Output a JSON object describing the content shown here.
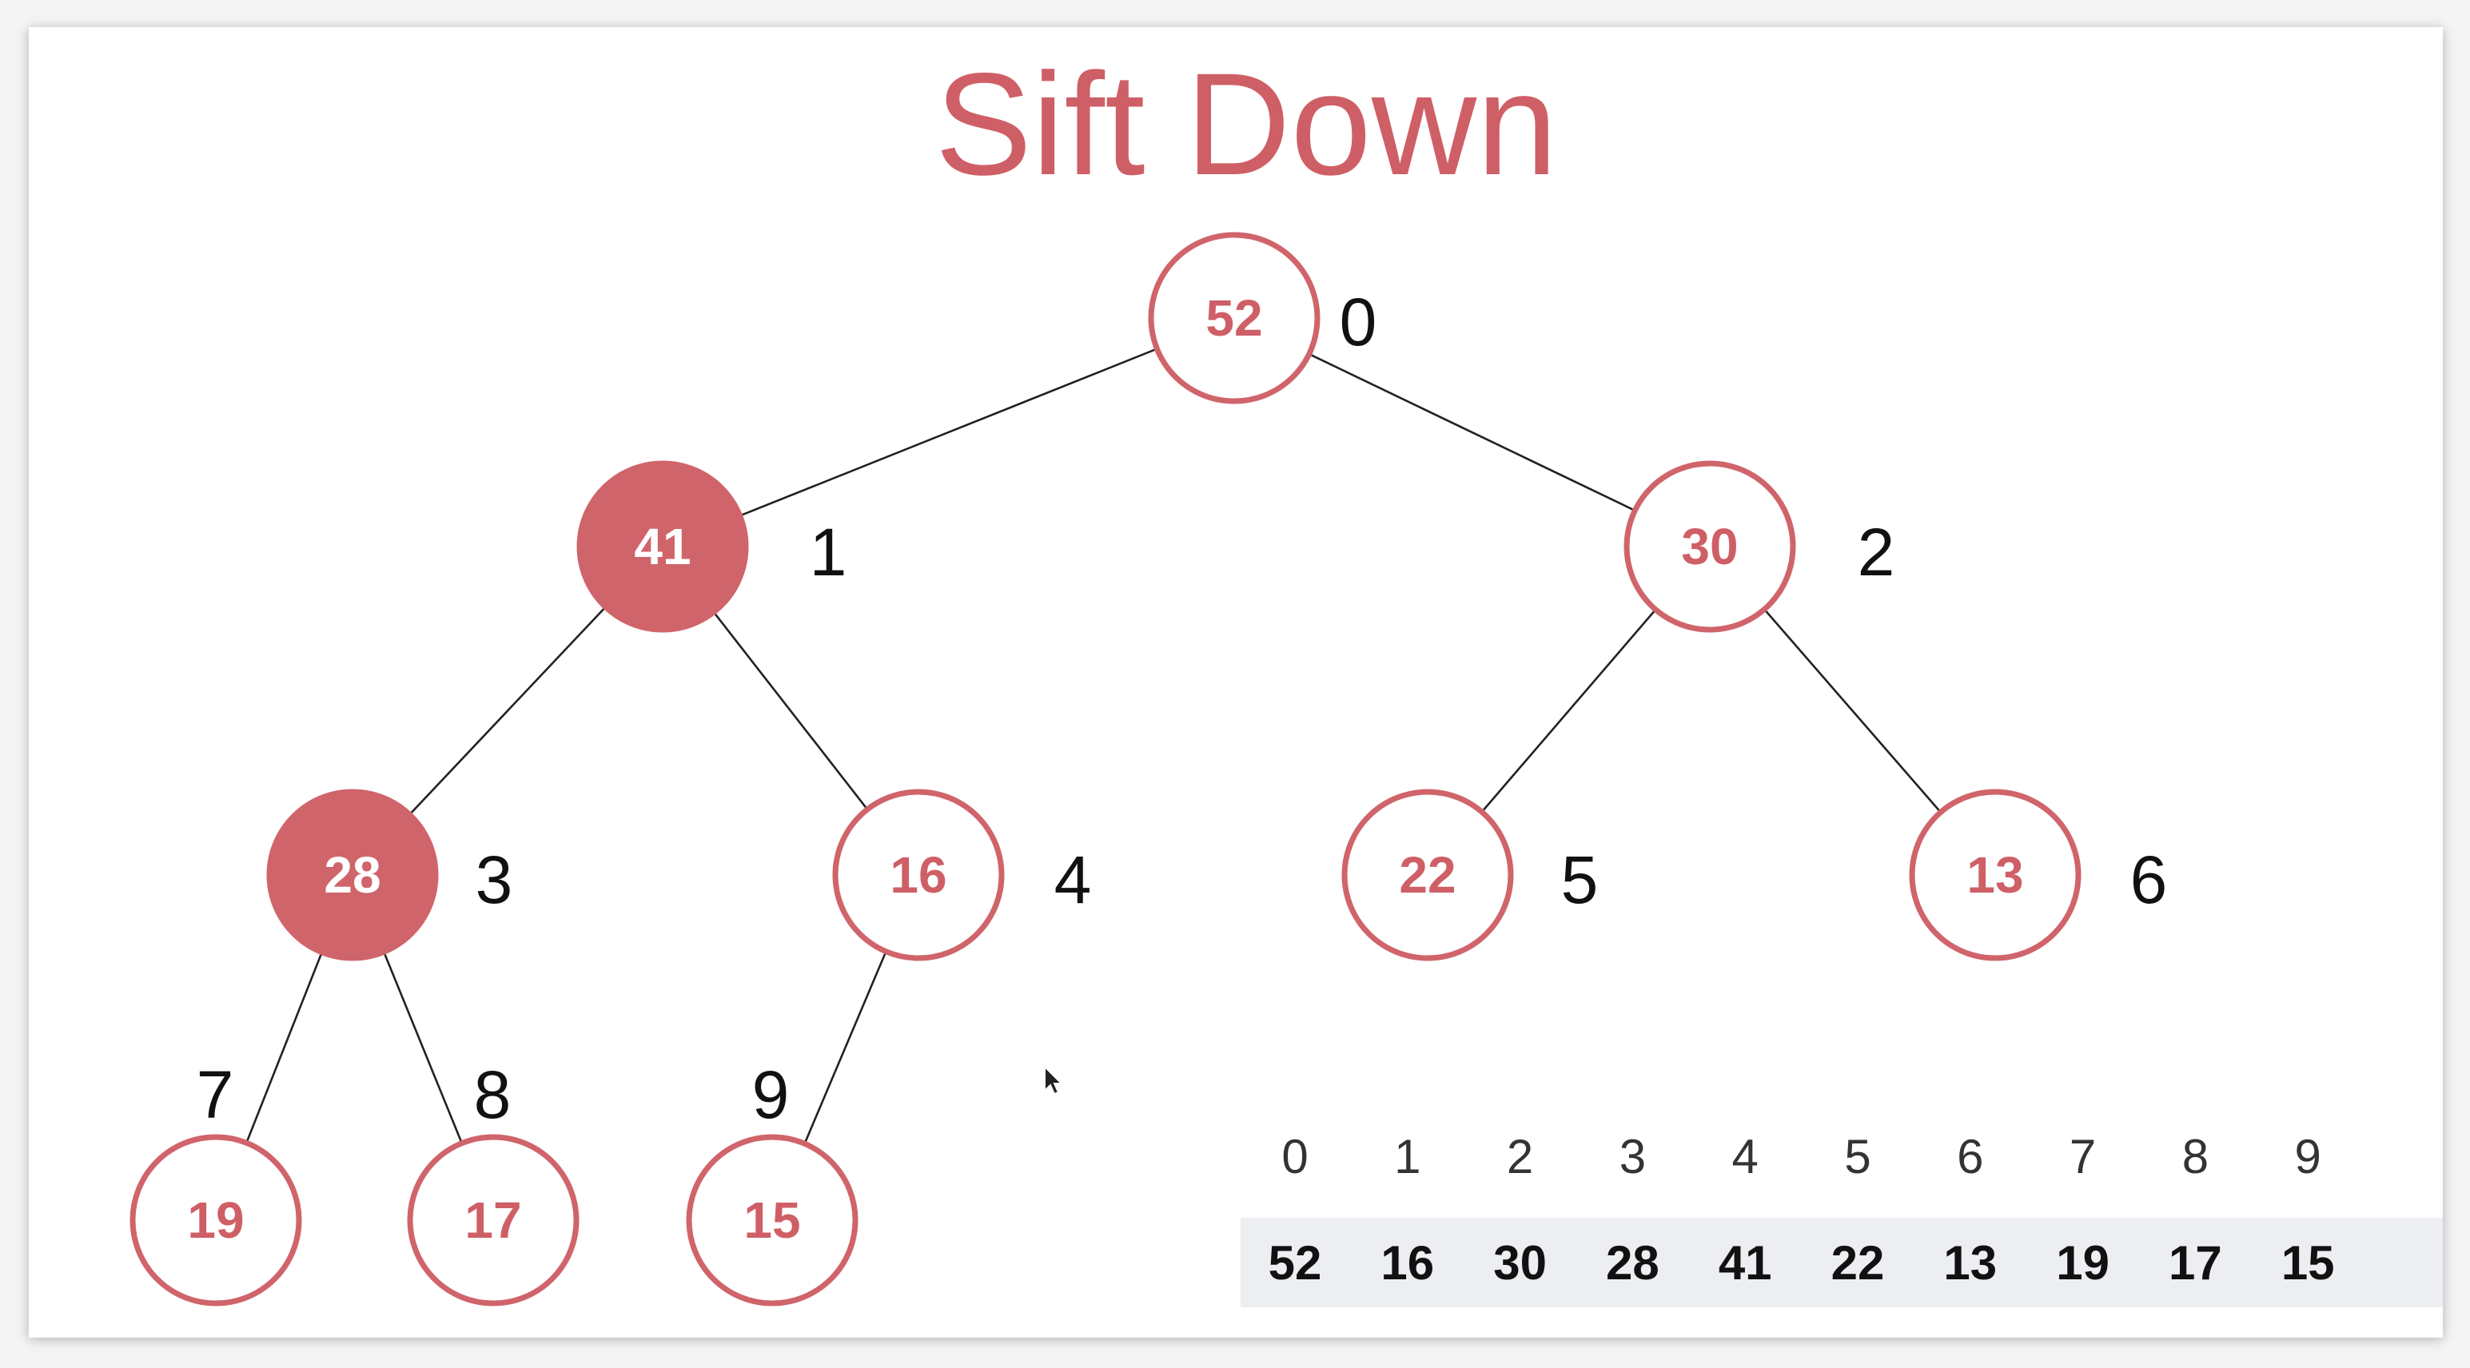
{
  "title": "Sift Down",
  "colors": {
    "accent": "#d0646b",
    "title": "#cf5f66",
    "array_band": "#eceef1"
  },
  "tree": {
    "nodes": [
      {
        "index": "0",
        "value": "52",
        "highlighted": false
      },
      {
        "index": "1",
        "value": "41",
        "highlighted": true
      },
      {
        "index": "2",
        "value": "30",
        "highlighted": false
      },
      {
        "index": "3",
        "value": "28",
        "highlighted": true
      },
      {
        "index": "4",
        "value": "16",
        "highlighted": false
      },
      {
        "index": "5",
        "value": "22",
        "highlighted": false
      },
      {
        "index": "6",
        "value": "13",
        "highlighted": false
      },
      {
        "index": "7",
        "value": "19",
        "highlighted": false
      },
      {
        "index": "8",
        "value": "17",
        "highlighted": false
      },
      {
        "index": "9",
        "value": "15",
        "highlighted": false
      }
    ],
    "edges": [
      [
        0,
        1
      ],
      [
        0,
        2
      ],
      [
        1,
        3
      ],
      [
        1,
        4
      ],
      [
        2,
        5
      ],
      [
        2,
        6
      ],
      [
        3,
        7
      ],
      [
        3,
        8
      ],
      [
        4,
        9
      ]
    ]
  },
  "array": {
    "indices": [
      "0",
      "1",
      "2",
      "3",
      "4",
      "5",
      "6",
      "7",
      "8",
      "9"
    ],
    "values": [
      "52",
      "16",
      "30",
      "28",
      "41",
      "22",
      "13",
      "19",
      "17",
      "15"
    ]
  },
  "icons": {
    "cursor": "mouse-pointer-icon"
  }
}
